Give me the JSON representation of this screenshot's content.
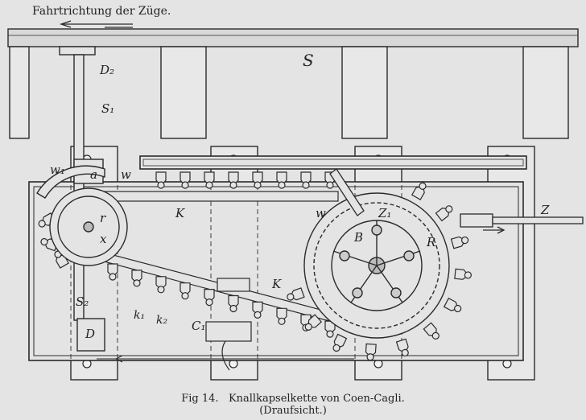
{
  "direction_label": "Fahrtrichtung der Züge.",
  "caption": {
    "figure": "Fig 14.",
    "title": "Knallkapselkette von Coen-Cagli.",
    "subtitle": "(Draufsicht.)"
  },
  "part_labels": {
    "rail": "S",
    "d2": "D₂",
    "s1": "S₁",
    "w1": "w₁",
    "a": "a",
    "w": "w",
    "r": "r",
    "x": "x",
    "k_upper": "K",
    "k_lower": "K",
    "w_arm": "w",
    "z1": "Z₁",
    "b": "B",
    "r_big": "R",
    "z_rod": "Z",
    "s2": "S₂",
    "d_block": "D",
    "k1": "k₁",
    "k2": "k₂",
    "c1": "C₁"
  },
  "colors": {
    "paper": "#e4e4e4",
    "ink": "#2a2a2a"
  }
}
